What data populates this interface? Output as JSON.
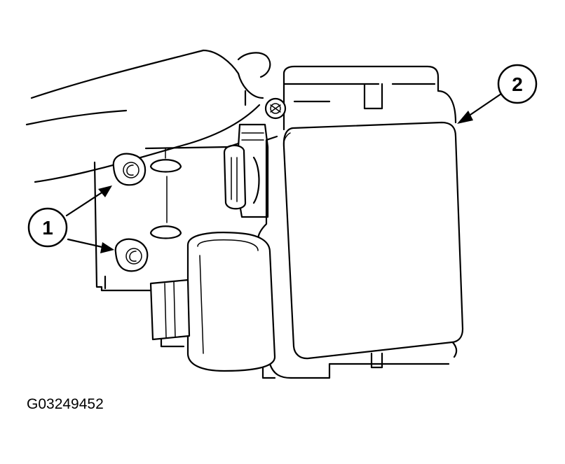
{
  "callouts": [
    {
      "id": "callout-1",
      "label": "1"
    },
    {
      "id": "callout-2",
      "label": "2"
    }
  ],
  "figure_id": "G03249452",
  "colors": {
    "line": "#000000",
    "background": "#ffffff"
  }
}
